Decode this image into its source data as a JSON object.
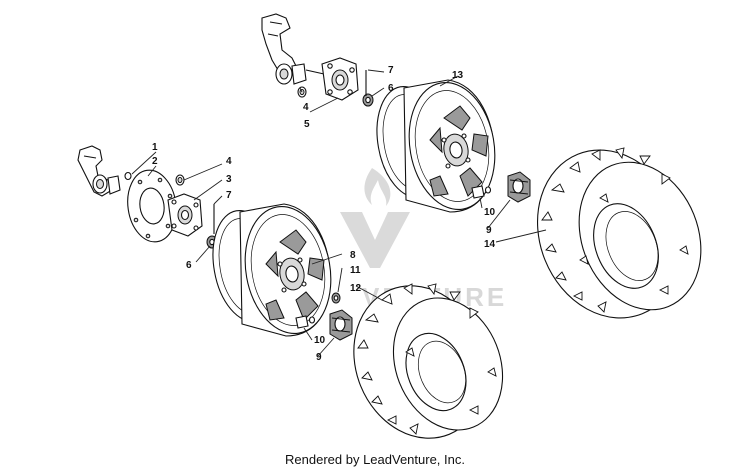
{
  "callouts": [
    "1",
    "2",
    "3",
    "4",
    "5",
    "6",
    "7",
    "8",
    "9",
    "10",
    "11",
    "12",
    "13",
    "14"
  ],
  "watermark": {
    "text": "VENTURE"
  },
  "footer": {
    "text": "Rendered by LeadVenture, Inc."
  }
}
